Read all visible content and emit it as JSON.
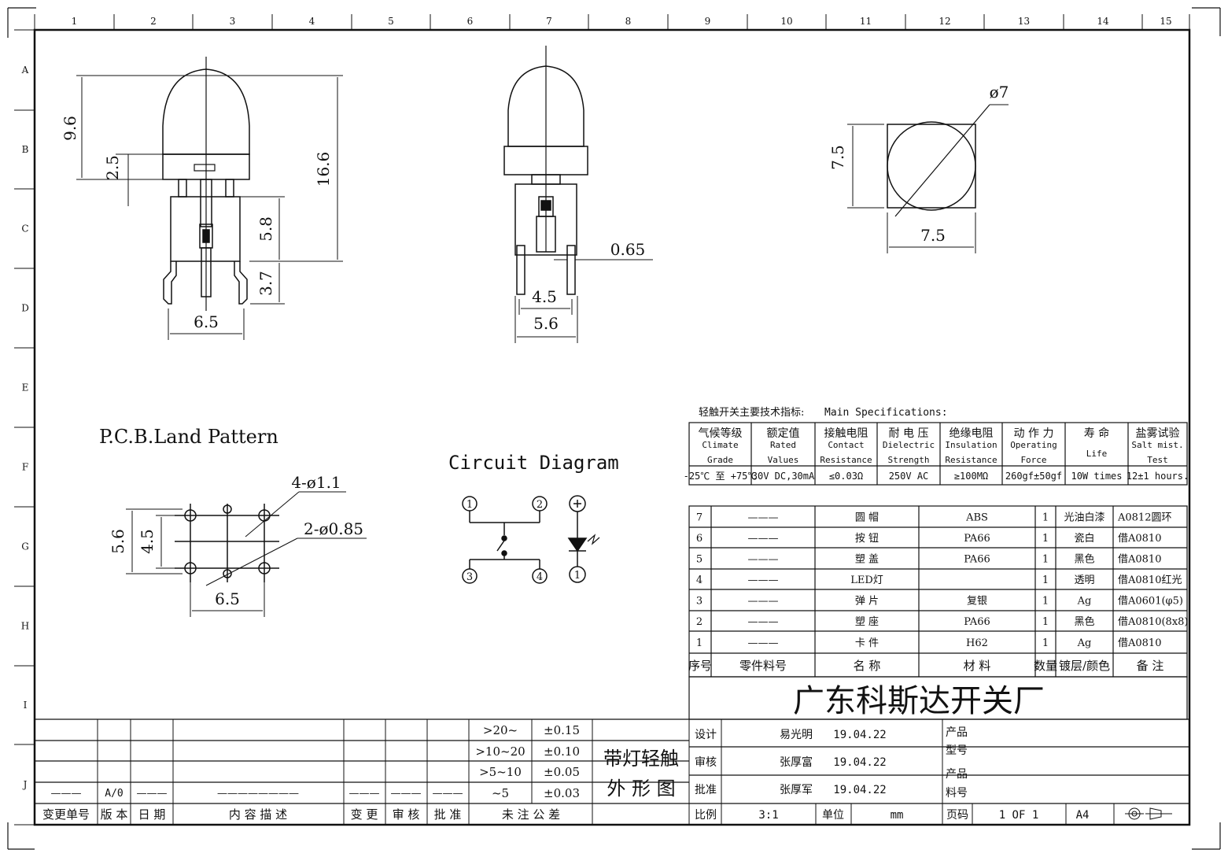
{
  "border": {
    "columns": [
      "1",
      "2",
      "3",
      "4",
      "5",
      "6",
      "7",
      "8",
      "9",
      "10",
      "11",
      "12",
      "13",
      "14",
      "15"
    ],
    "rows": [
      "A",
      "B",
      "C",
      "D",
      "E",
      "F",
      "G",
      "H",
      "I",
      "J"
    ]
  },
  "front_view": {
    "dims": [
      "9.6",
      "2.5",
      "16.6",
      "5.8",
      "3.7",
      "6.5"
    ]
  },
  "side_view": {
    "dims": [
      "0.65",
      "4.5",
      "5.6"
    ]
  },
  "top_view": {
    "dims": [
      "ø7",
      "7.5",
      "7.5"
    ]
  },
  "pcb": {
    "title": "P.C.B.Land Pattern",
    "dims": [
      "4-ø1.1",
      "2-ø0.85",
      "5.6",
      "4.5",
      "6.5"
    ]
  },
  "circuit": {
    "title": "Circuit Diagram",
    "pins": [
      "1",
      "2",
      "3",
      "4"
    ],
    "led_pins": [
      "+",
      "1"
    ]
  },
  "specs": {
    "heading_cn": "轻触开关主要技术指标:",
    "heading_en": "Main Specifications:",
    "columns": [
      {
        "cn": "气候等级",
        "en": "Climate Grade",
        "value": "-25℃ 至 +75℃"
      },
      {
        "cn": "额定值",
        "en": "Rated Values",
        "value": "30V DC,30mA"
      },
      {
        "cn": "接触电阻",
        "en": "Contact Resistance",
        "value": "≤0.03Ω"
      },
      {
        "cn": "耐 电 压",
        "en": "Dielectric Strength",
        "value": "250V AC"
      },
      {
        "cn": "绝缘电阻",
        "en": "Insulation Resistance",
        "value": "≥100MΩ"
      },
      {
        "cn": "动 作 力",
        "en": "Operating Force",
        "value": "260gf±50gf"
      },
      {
        "cn": "寿  命",
        "en": "Life",
        "value": "10W times"
      },
      {
        "cn": "盐雾试验",
        "en": "Salt mist. Test",
        "value": "12±1 hours."
      }
    ]
  },
  "bom": {
    "rows": [
      {
        "no": "7",
        "part": "———",
        "name": "圆 帽",
        "material": "ABS",
        "qty": "1",
        "finish": "光油白漆",
        "note": "A0812圆环"
      },
      {
        "no": "6",
        "part": "———",
        "name": "按 钮",
        "material": "PA66",
        "qty": "1",
        "finish": "瓷白",
        "note": "借A0810"
      },
      {
        "no": "5",
        "part": "———",
        "name": "塑 盖",
        "material": "PA66",
        "qty": "1",
        "finish": "黑色",
        "note": "借A0810"
      },
      {
        "no": "4",
        "part": "———",
        "name": "LED灯",
        "material": "",
        "qty": "1",
        "finish": "透明",
        "note": "借A0810红光"
      },
      {
        "no": "3",
        "part": "———",
        "name": "弹 片",
        "material": "复银",
        "qty": "1",
        "finish": "Ag",
        "note": "借A0601(φ5)"
      },
      {
        "no": "2",
        "part": "———",
        "name": "塑 座",
        "material": "PA66",
        "qty": "1",
        "finish": "黑色",
        "note": "借A0810(8x8)"
      },
      {
        "no": "1",
        "part": "———",
        "name": "卡 件",
        "material": "H62",
        "qty": "1",
        "finish": "Ag",
        "note": "借A0810"
      }
    ],
    "header": {
      "no": "序号",
      "part": "零件料号",
      "name": "名 称",
      "material": "材 料",
      "qty": "数量",
      "finish": "镀层/颜色",
      "note": "备 注"
    }
  },
  "company": "广东科斯达开关厂",
  "revision": {
    "row_values": {
      "c1": "———",
      "c2": "A/0",
      "c3": "———",
      "c4": "————————",
      "c5": "———",
      "c6": "———",
      "c7": "———"
    },
    "headers": [
      "变更单号",
      "版 本",
      "日 期",
      "内 容 描 述",
      "变 更",
      "审 核",
      "批 准",
      "未 注 公 差"
    ]
  },
  "tolerance": [
    {
      "range": ">20~",
      "tol": "±0.15"
    },
    {
      "range": ">10~20",
      "tol": "±0.10"
    },
    {
      "range": ">5~10",
      "tol": "±0.05"
    },
    {
      "range": "~5",
      "tol": "±0.03"
    }
  ],
  "drawing_title": [
    "带灯轻触",
    "外 形 图"
  ],
  "approval": [
    {
      "label": "设计",
      "name": "易光明",
      "date": "19.04.22"
    },
    {
      "label": "审核",
      "name": "张厚富",
      "date": "19.04.22"
    },
    {
      "label": "批准",
      "name": "张厚军",
      "date": "19.04.22"
    }
  ],
  "product": {
    "model_label": "产品型号",
    "model": "",
    "part_label": "产品料号",
    "part": ""
  },
  "footer": {
    "scale_label": "比例",
    "scale": "3:1",
    "unit_label": "单位",
    "unit": "mm",
    "page_label": "页码",
    "page": "1 OF 1",
    "size": "A4"
  }
}
